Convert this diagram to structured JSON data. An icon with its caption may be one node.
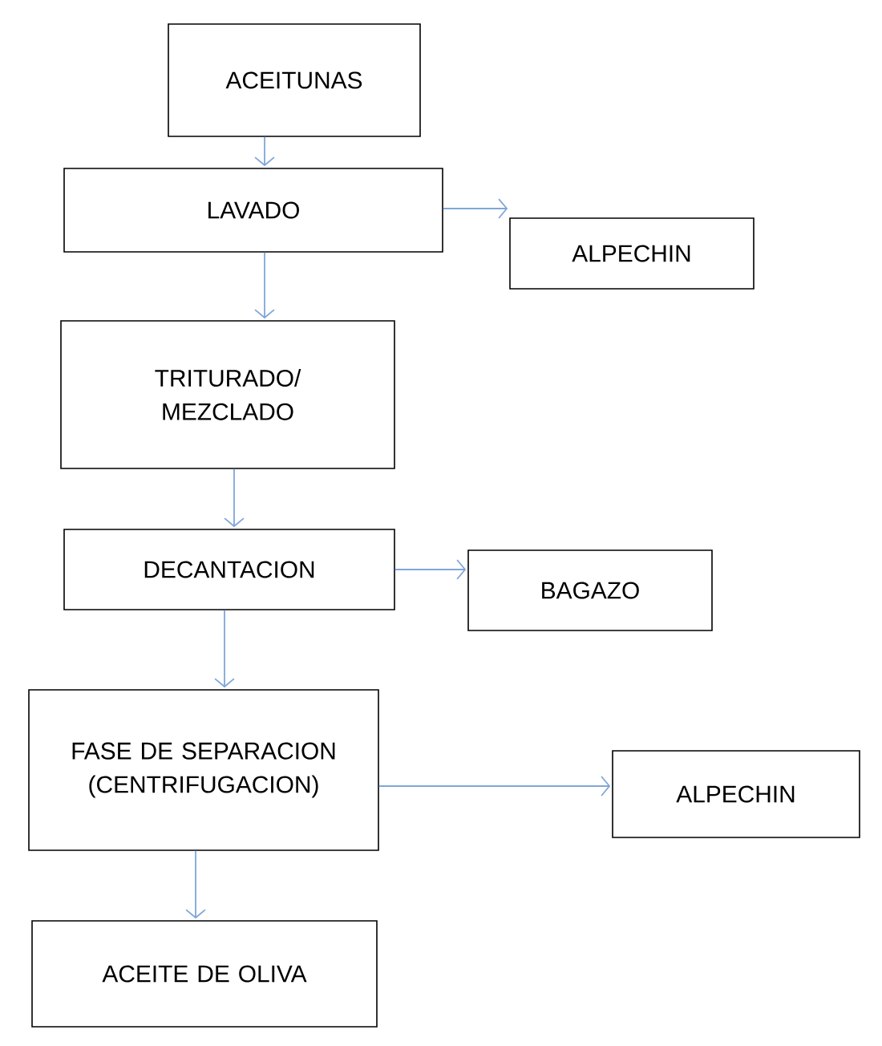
{
  "diagram": {
    "nodes": [
      {
        "text": [
          "ACEITUNAS"
        ]
      },
      {
        "text": [
          "LAVADO"
        ]
      },
      {
        "text": [
          "ALPECHIN"
        ]
      },
      {
        "text": [
          "TRITURADO/ MEZCLADO"
        ]
      },
      {
        "text": [
          "DECANTACION"
        ]
      },
      {
        "text": [
          "BAGAZO"
        ]
      },
      {
        "text": [
          "FASE DE SEPARACION (CENTRIFUGACION)"
        ]
      },
      {
        "text": [
          "ALPECHIN"
        ]
      },
      {
        "text": [
          "ACEITE DE OLIVA"
        ]
      }
    ],
    "edges": [
      {
        "from": 0,
        "to": 1,
        "arrow": "to"
      },
      {
        "from": 1,
        "to": 2,
        "arrow": "to"
      },
      {
        "from": 1,
        "to": 3,
        "arrow": "to"
      },
      {
        "from": 3,
        "to": 4,
        "arrow": "to"
      },
      {
        "from": 4,
        "to": 5,
        "arrow": "to"
      },
      {
        "from": 4,
        "to": 6,
        "arrow": "to"
      },
      {
        "from": 6,
        "to": 7,
        "arrow": "to"
      },
      {
        "from": 6,
        "to": 8,
        "arrow": "to"
      }
    ]
  }
}
